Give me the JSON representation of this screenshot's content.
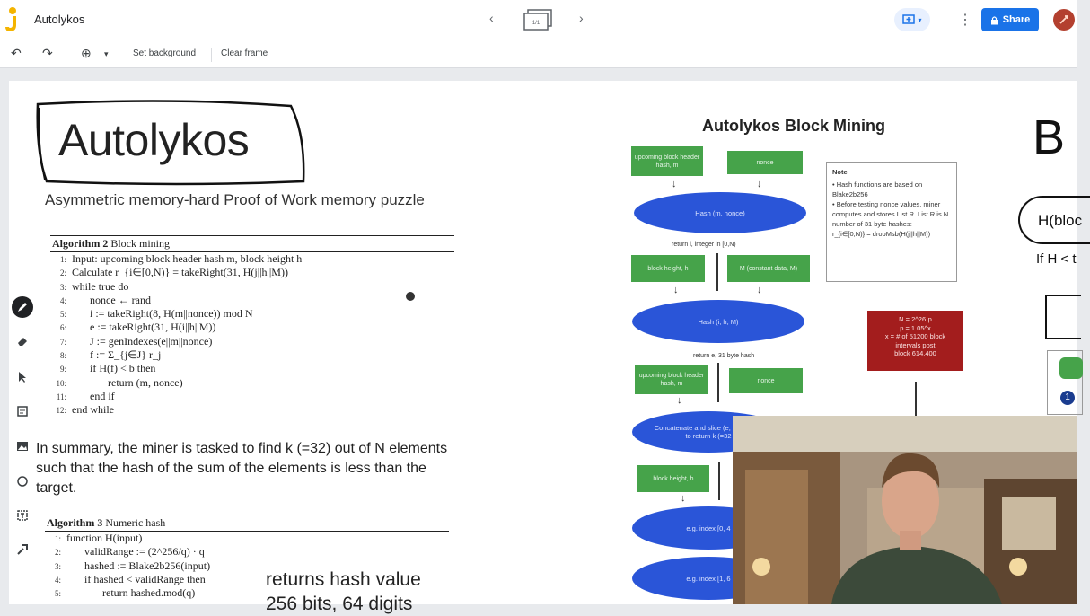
{
  "app": {
    "title": "Autolykos",
    "logo_icon": "jamboard-logo-icon",
    "frame_counter": "1/1"
  },
  "header": {
    "share_label": "Share",
    "present_icon": "present-icon",
    "more_icon": "more-vert-icon",
    "avatar_icon": "avatar-icon"
  },
  "toolbar": {
    "undo_icon": "undo-icon",
    "redo_icon": "redo-icon",
    "zoom_icon": "zoom-icon",
    "set_background": "Set background",
    "clear_frame": "Clear frame"
  },
  "sidebar": {
    "tools": [
      "pen-icon",
      "eraser-icon",
      "select-icon",
      "sticky-note-icon",
      "image-icon",
      "circle-icon",
      "text-box-icon",
      "laser-icon"
    ]
  },
  "slide": {
    "title": "Autolykos",
    "subtitle": "Asymmetric memory-hard Proof of Work memory puzzle",
    "algo2": {
      "header_bold": "Algorithm 2",
      "header_rest": " Block mining",
      "lines": [
        {
          "n": "1:",
          "text": "Input: upcoming block header hash m, block height h",
          "indent": 0
        },
        {
          "n": "2:",
          "text": "Calculate r_{i∈[0,N)} = takeRight(31, H(j||h||M))",
          "indent": 0
        },
        {
          "n": "3:",
          "text": "while true do",
          "indent": 0
        },
        {
          "n": "4:",
          "text": "nonce ← rand",
          "indent": 1
        },
        {
          "n": "5:",
          "text": "i := takeRight(8, H(m||nonce)) mod N",
          "indent": 1
        },
        {
          "n": "6:",
          "text": "e := takeRight(31, H(i||h||M))",
          "indent": 1
        },
        {
          "n": "7:",
          "text": "J := genIndexes(e||m||nonce)",
          "indent": 1
        },
        {
          "n": "8:",
          "text": "f := Σ_{j∈J} r_j",
          "indent": 1
        },
        {
          "n": "9:",
          "text": "if H(f) < b then",
          "indent": 1
        },
        {
          "n": "10:",
          "text": "return (m, nonce)",
          "indent": 2
        },
        {
          "n": "11:",
          "text": "end if",
          "indent": 1
        },
        {
          "n": "12:",
          "text": "end while",
          "indent": 0
        }
      ]
    },
    "summary": "In summary, the miner is tasked to find k (=32) out of N elements such that the hash of the sum of the elements is less than the target.",
    "algo3": {
      "header_bold": "Algorithm 3",
      "header_rest": " Numeric hash",
      "lines": [
        {
          "n": "1:",
          "text": "function H(input)",
          "indent": 0
        },
        {
          "n": "2:",
          "text": "validRange := (2^256/q) · q",
          "indent": 1
        },
        {
          "n": "3:",
          "text": "hashed := Blake2b256(input)",
          "indent": 1
        },
        {
          "n": "4:",
          "text": "if hashed < validRange then",
          "indent": 1
        },
        {
          "n": "5:",
          "text": "return hashed.mod(q)",
          "indent": 2
        }
      ]
    },
    "returns_note": [
      "returns hash value",
      "256 bits, 64 digits"
    ],
    "flowchart": {
      "title": "Autolykos Block Mining",
      "g1a": "upcoming block header hash, m",
      "g1b": "nonce",
      "e1": "Hash (m, nonce)",
      "l1": "return i, integer in [0,N)",
      "g2a": "block height, h",
      "g2b": "M (constant data, M)",
      "e2": "Hash (i, h, M)",
      "l2": "return e, 31 byte hash",
      "g3a": "upcoming block header hash, m",
      "g3b": "nonce",
      "e3": "Concatenate and slice (e, m, nonce) to return k (=32",
      "g4a": "block height, h",
      "e4": "e.g. index [0, 4",
      "e5": "e.g. index [1, 6",
      "note_title": "Note",
      "note_lines": [
        "• Hash functions are based on Blake2b256",
        "• Before testing nonce values, miner computes and stores List R. List R is N number of 31 byte hashes:",
        "r_{i∈[0,N)} = dropMsb(H(j||h||M))"
      ],
      "red_lines": [
        "N = 2^26·p",
        "p = 1.05^x",
        "x = # of 51200 block",
        "intervals post",
        "block 614,400"
      ]
    },
    "side_text": {
      "b_letter": "B",
      "h_text": "H(bloc",
      "if_text": "If H < t",
      "num": "1"
    }
  },
  "video": {
    "label": "speaker-video"
  }
}
